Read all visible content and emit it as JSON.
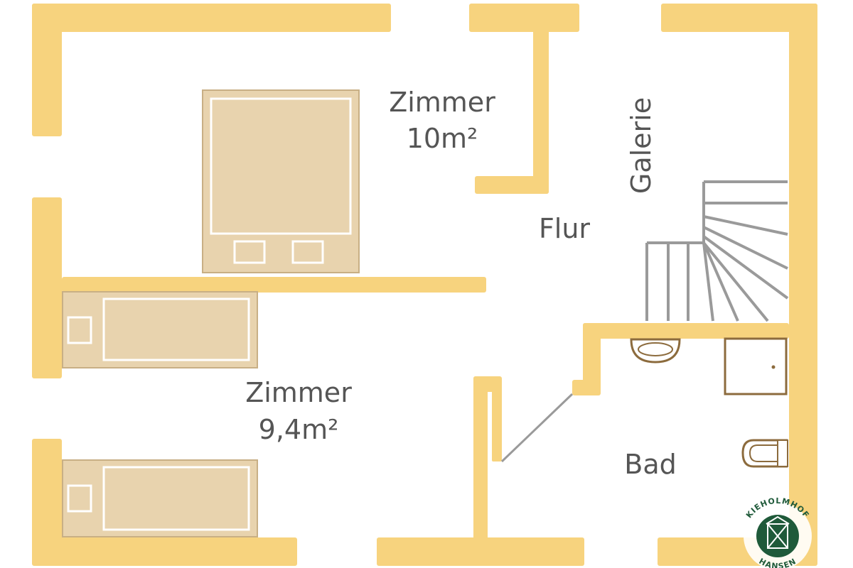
{
  "rooms": {
    "zimmer_top": {
      "name": "Zimmer",
      "area": "10m²"
    },
    "zimmer_bottom": {
      "name": "Zimmer",
      "area": "9,4m²"
    },
    "flur": {
      "name": "Flur"
    },
    "galerie": {
      "name": "Galerie"
    },
    "bad": {
      "name": "Bad"
    }
  },
  "logo": {
    "top_text": "KIEHOLMHOF",
    "bottom_text": "HANSEN"
  },
  "colors": {
    "wall": "#F7D37E",
    "furniture_fill": "#E8D3AE",
    "furniture_stroke": "#C8AF85",
    "stairs": "#9A9A9A",
    "fixture": "#8C6B3D",
    "text": "#555555",
    "logo": "#1F5A3A"
  }
}
